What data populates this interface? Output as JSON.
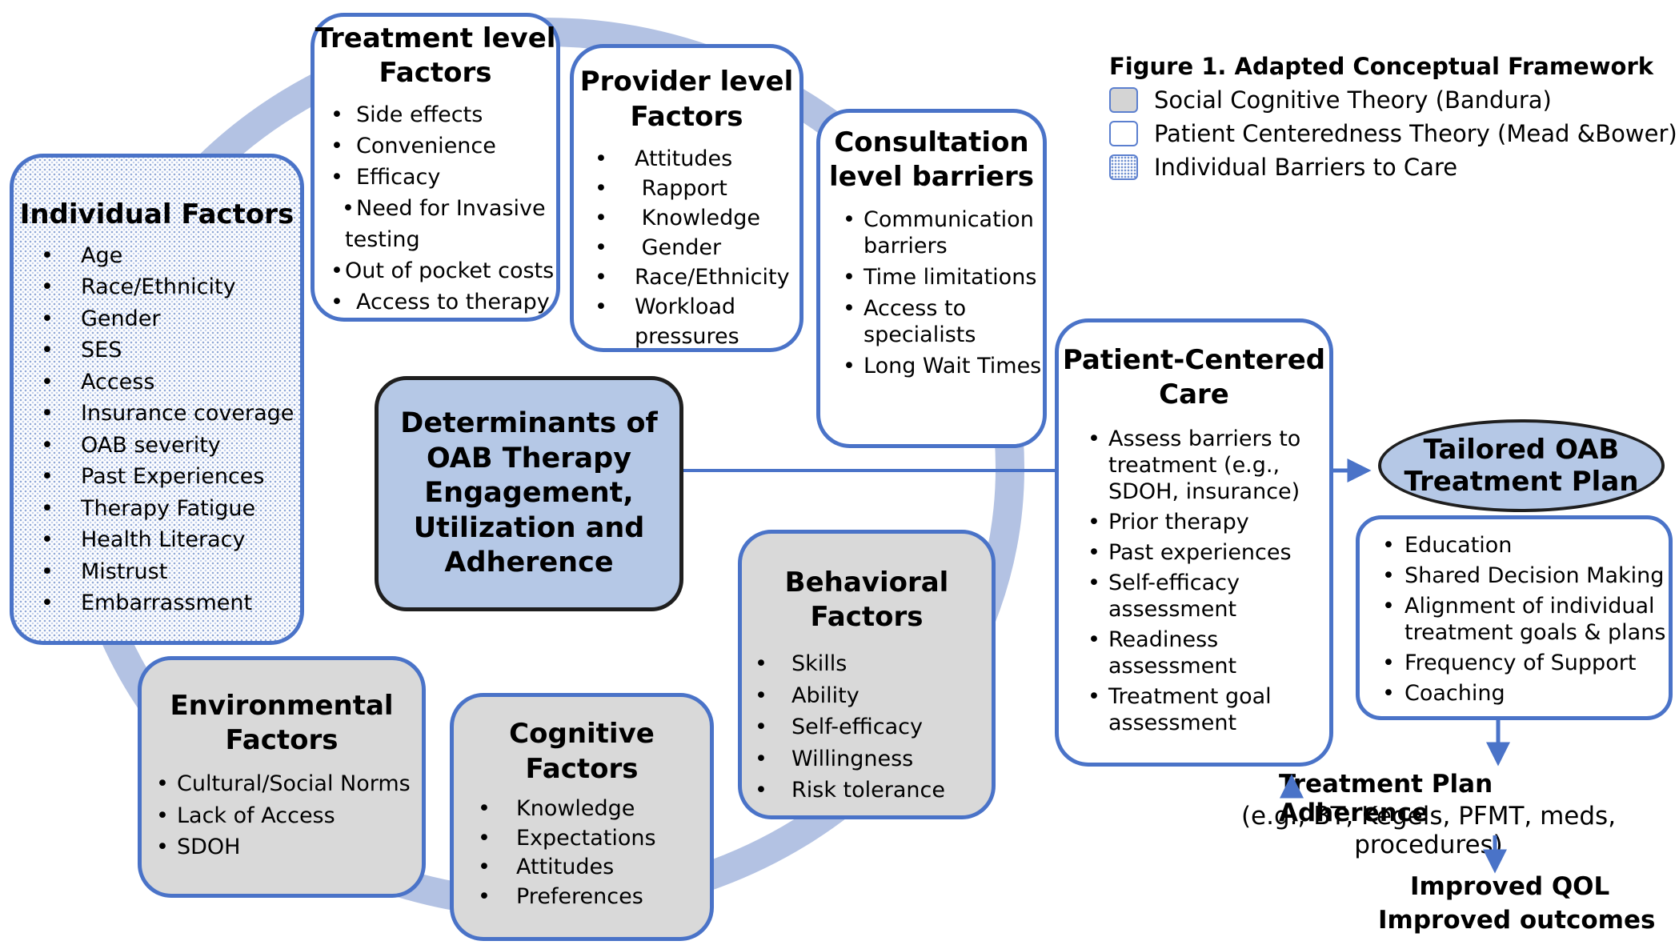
{
  "legend": {
    "title": "Figure 1. Adapted Conceptual Framework",
    "items": [
      {
        "label": "Social Cognitive Theory (Bandura)",
        "style": "grey"
      },
      {
        "label": "Patient Centeredness Theory (Mead &Bower)",
        "style": "white"
      },
      {
        "label": "Individual Barriers to Care",
        "style": "hatched"
      }
    ]
  },
  "treatment": {
    "title_line1": "Treatment level",
    "title_line2": "Factors",
    "items": [
      "Side effects",
      "Convenience",
      "Efficacy",
      "Need for Invasive testing",
      "Out of pocket costs",
      "Access to therapy"
    ]
  },
  "provider": {
    "title_line1": "Provider level",
    "title_line2": "Factors",
    "items": [
      "Attitudes",
      " Rapport",
      " Knowledge",
      " Gender",
      "Race/Ethnicity",
      "Workload pressures"
    ]
  },
  "consultation": {
    "title_line1": "Consultation",
    "title_line2": "level barriers",
    "items": [
      "Communication barriers",
      "Time limitations",
      "Access to specialists",
      "Long Wait Times"
    ]
  },
  "individual": {
    "title": "Individual Factors",
    "items": [
      "Age",
      "Race/Ethnicity",
      "Gender",
      "SES",
      "Access",
      "Insurance coverage",
      "OAB severity",
      "Past Experiences",
      "Therapy Fatigue",
      "Health Literacy",
      "Mistrust",
      "Embarrassment"
    ]
  },
  "determinants": {
    "line1": "Determinants of",
    "line2": "OAB Therapy",
    "line3": "Engagement,",
    "line4": "Utilization and",
    "line5": "Adherence"
  },
  "behavioral": {
    "title_line1": "Behavioral",
    "title_line2": "Factors",
    "items": [
      "Skills",
      "Ability",
      "Self-efficacy",
      "Willingness",
      "Risk tolerance"
    ]
  },
  "environmental": {
    "title_line1": "Environmental",
    "title_line2": "Factors",
    "items": [
      "Cultural/Social Norms",
      "Lack of Access",
      "SDOH"
    ]
  },
  "cognitive": {
    "title_line1": "Cognitive",
    "title_line2": "Factors",
    "items": [
      "Knowledge",
      "Expectations",
      "Attitudes",
      "Preferences"
    ]
  },
  "patient_centered": {
    "title_line1": "Patient-Centered",
    "title_line2": "Care",
    "items": [
      "Assess barriers to treatment (e.g., SDOH, insurance)",
      "Prior therapy",
      "Past experiences",
      "Self-efficacy assessment",
      "Readiness assessment",
      "Treatment goal assessment"
    ]
  },
  "tailored": {
    "line1": "Tailored OAB",
    "line2": "Treatment Plan"
  },
  "plan": {
    "items": [
      "Education",
      "Shared Decision Making",
      "Alignment of individual treatment goals & plans",
      "Frequency of Support",
      "Coaching"
    ]
  },
  "adherence": {
    "title": "Treatment Plan Adherence",
    "subtitle": "(e.g., BT, Kegels, PFMT, meds, procedures)"
  },
  "outcomes": {
    "line1": "Improved QOL",
    "line2": "Improved outcomes"
  },
  "colors": {
    "border_blue": "#4a73c8",
    "ring": "#b3c2e3",
    "grey_fill": "#d9d9d9",
    "light_blue_fill": "#b5c8e6"
  }
}
